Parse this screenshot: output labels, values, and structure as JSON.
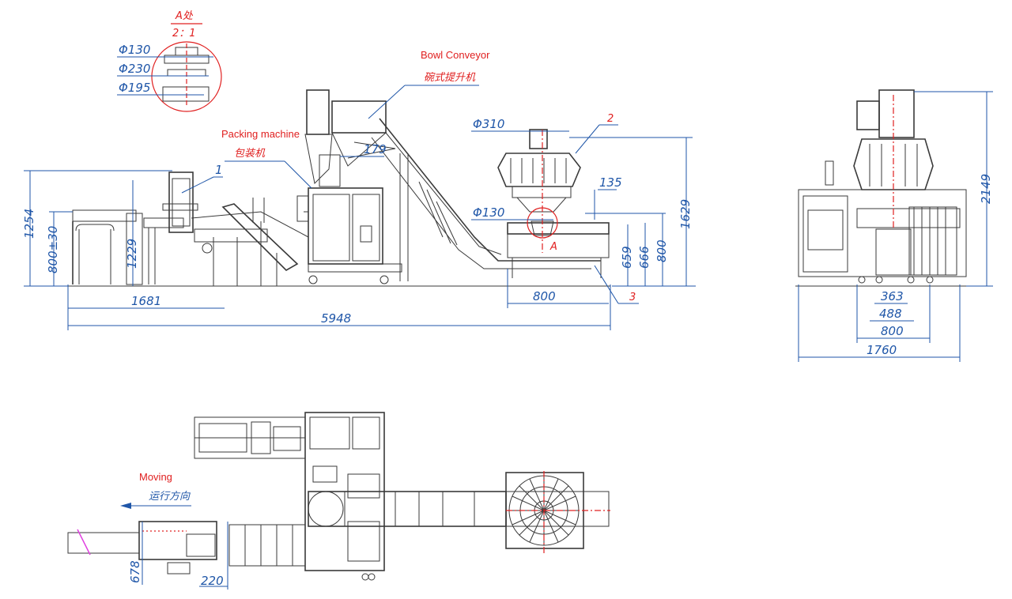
{
  "detail": {
    "title": "A处",
    "scale": "2：1",
    "dims": [
      "Φ130",
      "Φ230",
      "Φ195"
    ]
  },
  "labels": {
    "bowl_conveyor_en": "Bowl Conveyor",
    "bowl_conveyor_cn": "碗式提升机",
    "packing_machine_en": "Packing machine",
    "packing_machine_cn": "包装机",
    "moving_en": "Moving",
    "moving_cn": "运行方向",
    "marker_a": "A",
    "callout_1": "1",
    "callout_2": "2",
    "callout_3": "3"
  },
  "front_view_dims": {
    "total_length": "5948",
    "feeder_length": "1681",
    "feeder_height": "1254",
    "feeder_table_height": "800±30",
    "feeder_inner_height": "1229",
    "weigher_diameter": "Φ310",
    "discharge_diameter": "Φ130",
    "chute_width": "179",
    "offset_135": "135",
    "platform_width": "800",
    "platform_height": "800",
    "height_659": "659",
    "height_666": "666",
    "weigher_total_height": "1629"
  },
  "side_view_dims": {
    "total_height": "2149",
    "width_363": "363",
    "width_488": "488",
    "width_800": "800",
    "total_width": "1760"
  },
  "top_view_dims": {
    "width_678": "678",
    "width_220": "220"
  },
  "colors": {
    "dimension": "#1f56a8",
    "annotation": "#e02020",
    "outline": "#3a3a3a",
    "highlight": "#e040e0"
  }
}
